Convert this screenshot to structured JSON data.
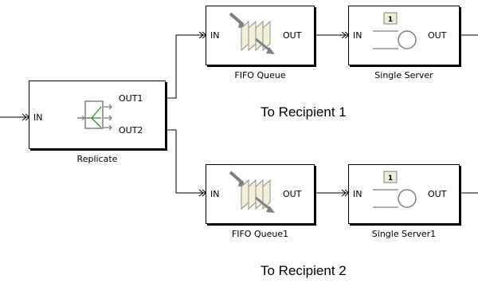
{
  "blocks": {
    "replicate": {
      "name": "Replicate",
      "in_port": "IN",
      "out_ports": [
        "OUT1",
        "OUT2"
      ]
    },
    "fifo_queue": {
      "name": "FIFO Queue",
      "in_port": "IN",
      "out_port": "OUT"
    },
    "single_server": {
      "name": "Single Server",
      "in_port": "IN",
      "out_port": "OUT",
      "badge": "1"
    },
    "fifo_queue1": {
      "name": "FIFO Queue1",
      "in_port": "IN",
      "out_port": "OUT"
    },
    "single_server1": {
      "name": "Single Server1",
      "in_port": "IN",
      "out_port": "OUT",
      "badge": "1"
    }
  },
  "annotations": [
    "To Recipient 1",
    "To Recipient 2"
  ],
  "colors": {
    "line": "#000000",
    "icon_stroke": "#808080",
    "queue_fill": "#f0f0dc",
    "arrow_green": "#3a8a3a",
    "badge_fill": "#e8f0d8"
  }
}
